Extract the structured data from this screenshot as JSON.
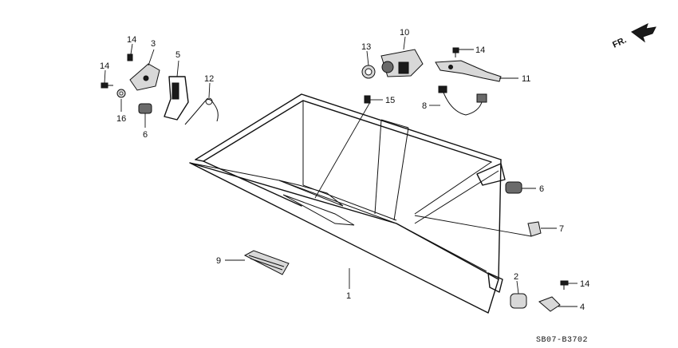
{
  "callouts": {
    "c1": "1",
    "c2": "2",
    "c3": "3",
    "c4": "4",
    "c5": "5",
    "c6a": "6",
    "c6b": "6",
    "c7": "7",
    "c8": "8",
    "c9": "9",
    "c10": "10",
    "c11": "11",
    "c12": "12",
    "c13": "13",
    "c14a": "14",
    "c14b": "14",
    "c14c": "14",
    "c14d": "14",
    "c15": "15",
    "c16": "16"
  },
  "direction_label": "FR.",
  "diagram_code": "SB07-B3702"
}
